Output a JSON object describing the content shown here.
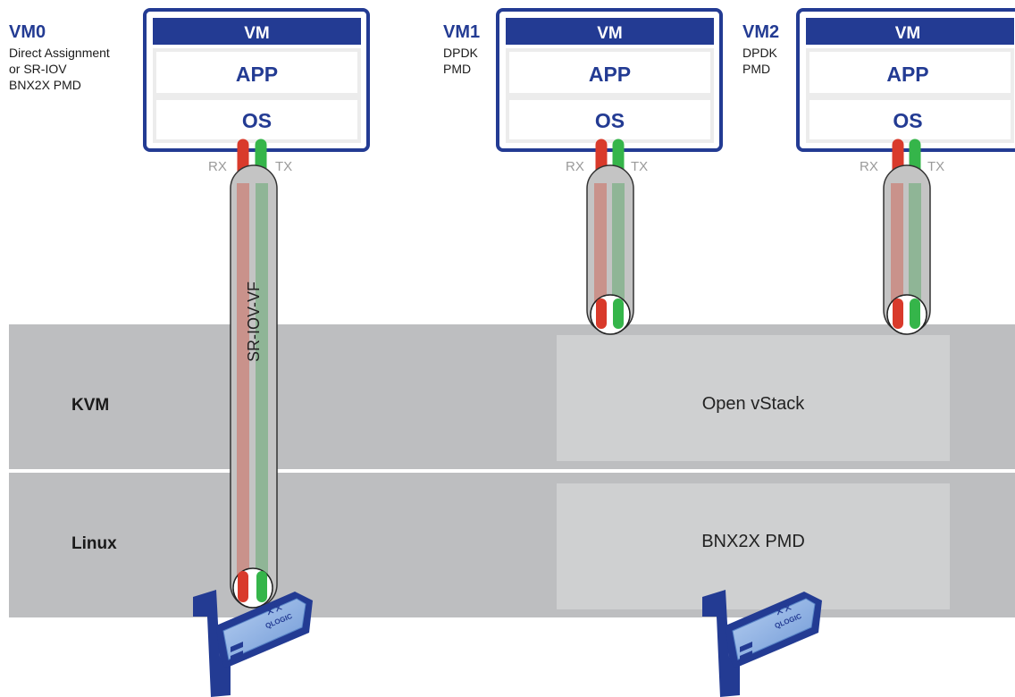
{
  "vms": [
    {
      "id": "VM0",
      "title": "VM0",
      "desc": [
        "Direct Assignment",
        "or SR-IOV",
        "BNX2X PMD"
      ],
      "header": "VM",
      "app": "APP",
      "os": "OS",
      "rx": "RX",
      "tx": "TX"
    },
    {
      "id": "VM1",
      "title": "VM1",
      "desc": [
        "DPDK",
        "PMD"
      ],
      "header": "VM",
      "app": "APP",
      "os": "OS",
      "rx": "RX",
      "tx": "TX"
    },
    {
      "id": "VM2",
      "title": "VM2",
      "desc": [
        "DPDK",
        "PMD"
      ],
      "header": "VM",
      "app": "APP",
      "os": "OS",
      "rx": "RX",
      "tx": "TX"
    }
  ],
  "layers": {
    "kvm": "KVM",
    "linux": "Linux",
    "open_vstack": "Open vStack",
    "bnx2x_pmd": "BNX2X PMD"
  },
  "sriov_vf_label": "SR-IOV-VF",
  "nic_brand": "QLOGIC",
  "colors": {
    "vm_blue": "#233b93",
    "rx_red": "#d93a2b",
    "tx_green": "#35b54a",
    "layer_gray": "#bdbec0",
    "inner_gray": "#cfd0d1",
    "card_light_blue": "#8fb4e6"
  }
}
